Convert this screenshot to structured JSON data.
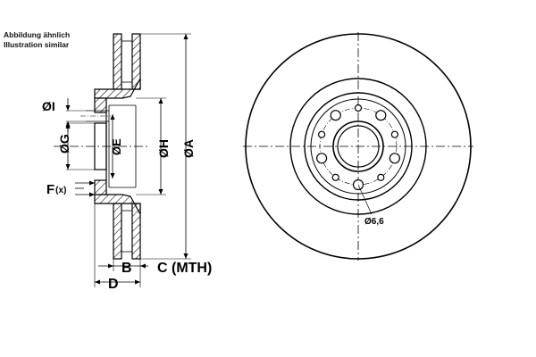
{
  "notes": {
    "line1": "Abbildung ähnlich",
    "line2": "Illustration similar"
  },
  "labels": {
    "I": "ØI",
    "G": "ØG",
    "E": "ØE",
    "H": "ØH",
    "A": "ØA",
    "F": "F",
    "F_sub": "(x)",
    "B": "B",
    "C": "C (MTH)",
    "D": "D",
    "hole": "Ø6,6"
  },
  "counts": {
    "bolt_holes": 5,
    "small_holes": 5
  }
}
